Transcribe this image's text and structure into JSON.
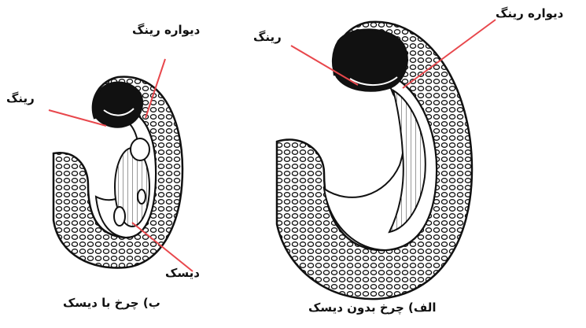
{
  "colors": {
    "leader_line": "#e8474c",
    "ink": "#111111",
    "background": "#ffffff"
  },
  "left_figure": {
    "label_sidewall": "دیواره رینگ",
    "label_rim": "رینگ",
    "label_disc": "دیسک",
    "caption": "ب) چرخ با دیسک"
  },
  "right_figure": {
    "label_sidewall": "دیواره رینگ",
    "label_rim": "رینگ",
    "caption": "الف) چرخ بدون دیسک"
  }
}
